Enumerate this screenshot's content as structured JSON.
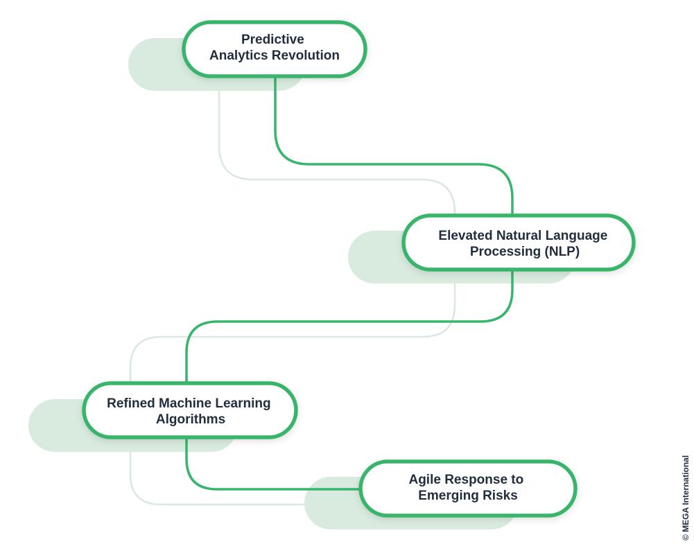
{
  "nodes": [
    {
      "lines": [
        "Predictive",
        "Analytics Revolution"
      ]
    },
    {
      "lines": [
        "Elevated Natural Language",
        "Processing (NLP)"
      ]
    },
    {
      "lines": [
        "Refined Machine Learning",
        "Algorithms"
      ]
    },
    {
      "lines": [
        "Agile Response to",
        "Emerging Risks"
      ]
    }
  ],
  "credit": "© MEGA International",
  "colors": {
    "accent": "#37b56b",
    "shadow_fill": "#d9ebdf",
    "shadow_line": "#dbe8e1",
    "text": "#1f2d3d"
  }
}
